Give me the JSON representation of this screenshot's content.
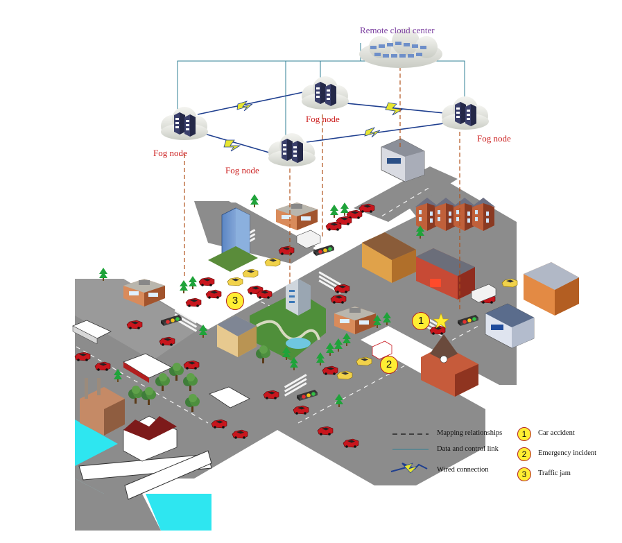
{
  "cloud": {
    "label": "Remote cloud center"
  },
  "fog_nodes": [
    {
      "label": "Fog node"
    },
    {
      "label": "Fog node"
    },
    {
      "label": "Fog node"
    },
    {
      "label": "Fog node"
    }
  ],
  "incidents": [
    {
      "number": "1",
      "label": "Car accident"
    },
    {
      "number": "2",
      "label": "Emergency incident"
    },
    {
      "number": "3",
      "label": "Traffic jam"
    }
  ],
  "legend": {
    "mapping": "Mapping relationships",
    "data_link": "Data and control link",
    "wired": "Wired connection"
  },
  "colors": {
    "fog_label": "#cc1f1f",
    "cloud_label": "#7b3fa0",
    "road": "#8c8c8c",
    "water": "#2ee6f0",
    "badge_fill": "#ffee33",
    "car": "#c8161d",
    "link_line": "#2f7f95",
    "wired_link": "#1f3f8f",
    "lightning": "#e8e630",
    "mapping_line": "#b0521a"
  }
}
